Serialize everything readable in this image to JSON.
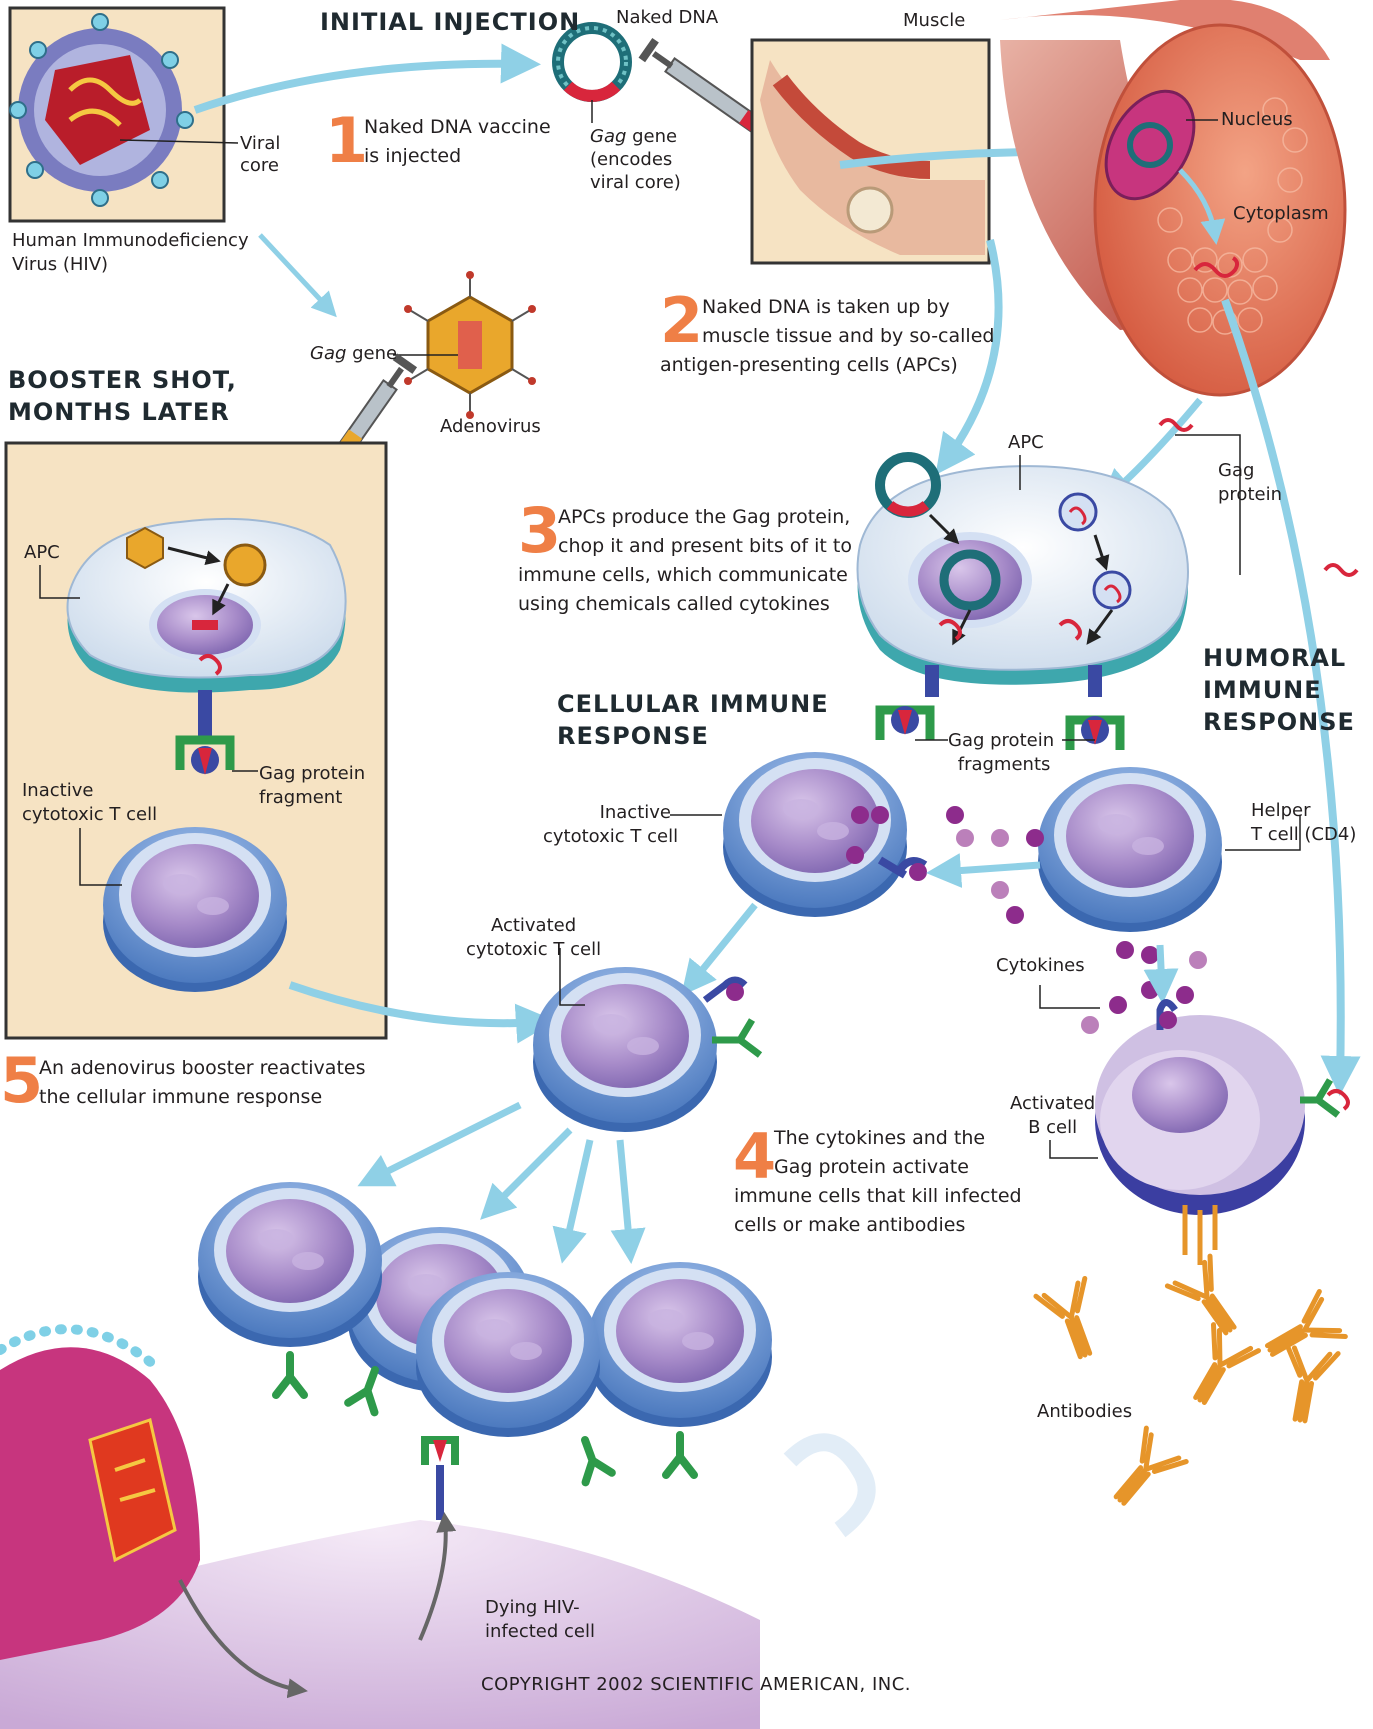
{
  "headings": {
    "initial_injection": "INITIAL INJECTION",
    "booster_l1": "BOOSTER SHOT,",
    "booster_l2": "MONTHS LATER",
    "cellular_l1": "CELLULAR IMMUNE",
    "cellular_l2": "RESPONSE",
    "humoral_l1": "HUMORAL",
    "humoral_l2": "IMMUNE",
    "humoral_l3": "RESPONSE"
  },
  "steps": [
    {
      "number": "1",
      "lines": [
        "Naked DNA vaccine",
        "is injected"
      ]
    },
    {
      "number": "2",
      "lines": [
        "Naked DNA is taken up by",
        "muscle tissue and by so-called",
        "antigen-presenting cells (APCs)"
      ]
    },
    {
      "number": "3",
      "lines": [
        "APCs produce the Gag protein,",
        "chop it and present bits of it to",
        "immune cells, which communicate",
        "using chemicals called cytokines"
      ]
    },
    {
      "number": "4",
      "lines": [
        "The cytokines and the",
        "Gag protein activate",
        "immune cells that kill infected",
        "cells or make antibodies"
      ]
    },
    {
      "number": "5",
      "lines": [
        "An adenovirus booster reactivates",
        "the cellular immune response"
      ]
    }
  ],
  "labels": {
    "naked_dna": "Naked DNA",
    "muscle": "Muscle",
    "viral_core_l1": "Viral",
    "viral_core_l2": "core",
    "hiv_l1": "Human Immunodeficiency",
    "hiv_l2": "Virus (HIV)",
    "gag_italic": "Gag",
    "gene_word": " gene",
    "encodes_l1": "(encodes",
    "encodes_l2": "viral core)",
    "nucleus": "Nucleus",
    "cytoplasm": "Cytoplasm",
    "adenovirus": "Adenovirus",
    "apc_main": "APC",
    "apc_booster": "APC",
    "gag_protein_l1": "Gag",
    "gag_protein_l2": "protein",
    "gag_fragment_l1": "Gag protein",
    "gag_fragment_l2": "fragment",
    "gag_fragments_l1": "Gag protein",
    "gag_fragments_l2": "fragments",
    "inactive_tc_left_l1": "Inactive",
    "inactive_tc_left_l2": "cytotoxic T cell",
    "inactive_tc_mid_l1": "Inactive",
    "inactive_tc_mid_l2": "cytotoxic T cell",
    "helper_l1": "Helper",
    "helper_l2": "T cell (CD4)",
    "activated_tc_l1": "Activated",
    "activated_tc_l2": "cytotoxic T cell",
    "cytokines": "Cytokines",
    "activated_b_l1": "Activated",
    "activated_b_l2": "B cell",
    "antibodies": "Antibodies",
    "dying_l1": "Dying HIV-",
    "dying_l2": "infected cell"
  },
  "copyright": "COPYRIGHT 2002 SCIENTIFIC AMERICAN, INC.",
  "colors": {
    "step_number": "#ef7f46",
    "arrow": "#8fd0e6",
    "muscle": "#d9694e",
    "panel_bg": "#f6e3c3",
    "cell_body": "#6f9bd3",
    "nucleus": "#a98ac7",
    "apc": "#d9e5f1",
    "dna": "#1e6e78",
    "gag_protein": "#d8263c",
    "cytokine": "#8d2c8c",
    "antibody": "#e6952a",
    "receptor_green": "#2e9a4a",
    "receptor_blue": "#3a49a3"
  }
}
